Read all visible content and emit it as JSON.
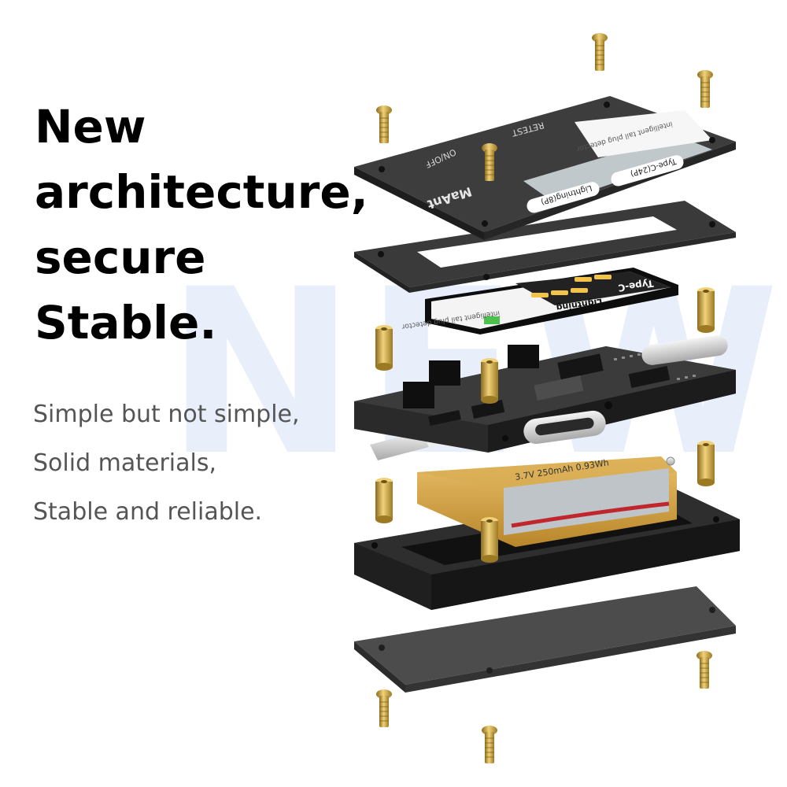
{
  "headline": {
    "line1": "New",
    "line2": "architecture,",
    "line3": "secure",
    "line4": "Stable."
  },
  "subtext": {
    "line1": "Simple but not simple,",
    "line2": "Solid materials,",
    "line3": "Stable and reliable."
  },
  "watermark": "NEW",
  "device": {
    "top_plate": {
      "button_on_off": "ON/OFF",
      "button_retest": "RETEST",
      "brand": "MaAnt",
      "label_lightning": "Lightning(8P)",
      "label_type_c": "Type-C(24P)",
      "product_line": "intelligent tail plug detector"
    },
    "screen": {
      "header": "Type-C",
      "row_label": "Lightning",
      "footer": "intelligent tail plug detector"
    },
    "battery": {
      "spec": "3.7V 250mAh 0.93Wh"
    }
  },
  "colors": {
    "headline": "#000000",
    "subtext": "#555555",
    "plate": "#3d3d3d",
    "brass": "#c9a13b",
    "watermark": "#d7e2f6"
  }
}
